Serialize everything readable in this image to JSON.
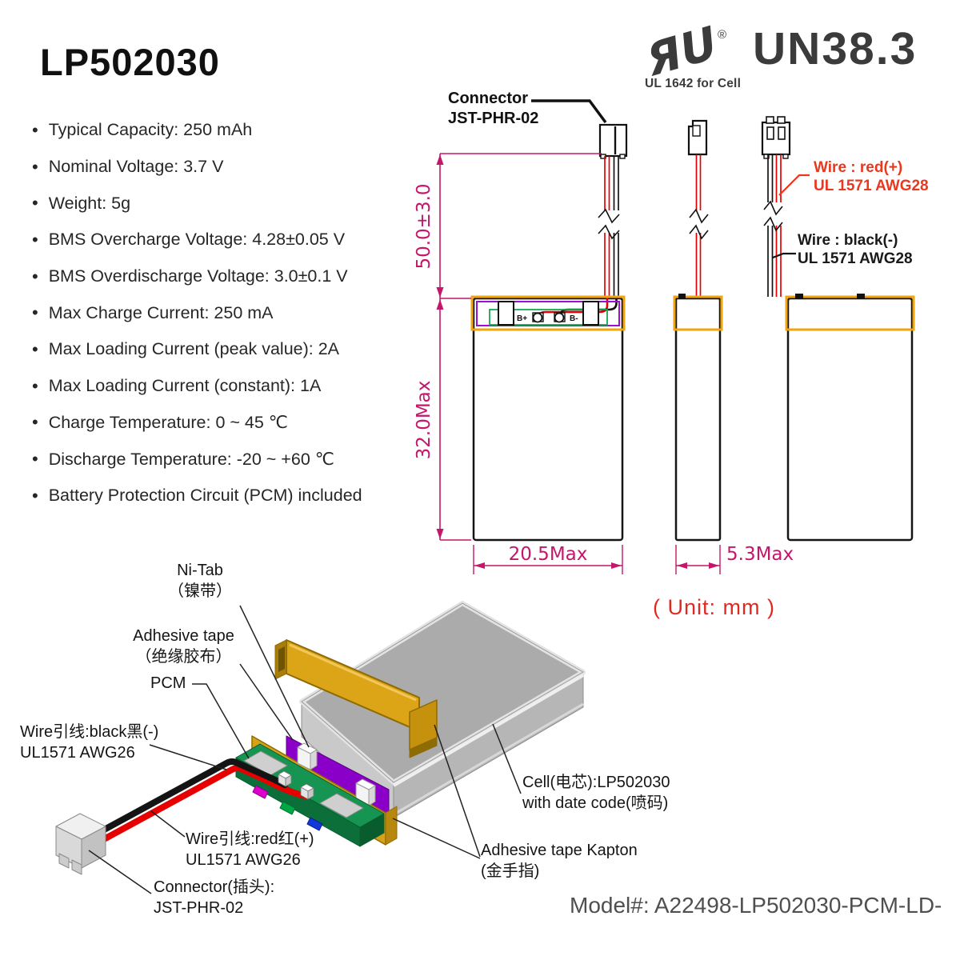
{
  "header": {
    "title": "LP502030",
    "ul_mark": "ЯU",
    "ul_registered": "®",
    "ul_caption": "UL 1642 for Cell",
    "un_label": "UN38.3"
  },
  "specs": [
    "Typical Capacity: 250 mAh",
    "Nominal Voltage: 3.7 V",
    "Weight: 5g",
    "BMS Overcharge Voltage: 4.28±0.05 V",
    "BMS Overdischarge Voltage: 3.0±0.1 V",
    "Max Charge Current: 250 mA",
    "Max Loading Current (peak value): 2A",
    "Max Loading Current (constant): 1A",
    "Charge Temperature: 0 ~ 45 ℃",
    "Discharge Temperature: -20 ~ +60 ℃",
    "Battery Protection Circuit (PCM) included"
  ],
  "drawing": {
    "connector_label": {
      "line1": "Connector",
      "line2": "JST-PHR-02"
    },
    "wire_red": {
      "line1": "Wire : red(+)",
      "line2": "UL 1571 AWG28"
    },
    "wire_black": {
      "line1": "Wire : black(-)",
      "line2": "UL 1571 AWG28"
    },
    "dims": {
      "wire_length": "50.0±3.0",
      "body_height": "32.0Max",
      "body_width": "20.5Max",
      "body_thickness": "5.3Max"
    },
    "unit_note": "( Unit: mm )",
    "pcm_terminals": {
      "positive": "B+",
      "negative": "B-"
    }
  },
  "exploded": {
    "ni_tab": {
      "line1": "Ni-Tab",
      "line2": "（镍带）"
    },
    "adhesive_tape": {
      "line1": "Adhesive tape",
      "line2": "（绝缘胶布）"
    },
    "pcm": "PCM",
    "wire_black": {
      "line1": "Wire引线:black黑(-)",
      "line2": "UL1571 AWG26"
    },
    "wire_red": {
      "line1": "Wire引线:red红(+)",
      "line2": "UL1571 AWG26"
    },
    "connector": {
      "line1": "Connector(插头):",
      "line2": "JST-PHR-02"
    },
    "cell": {
      "line1": "Cell(电芯):LP502030",
      "line2": "with date code(喷码)"
    },
    "kapton": {
      "line1": "Adhesive tape Kapton",
      "line2": "(金手指)"
    }
  },
  "footer": {
    "model": "Model#: A22498-LP502030-PCM-LD-"
  },
  "colors": {
    "dimension": "#C4166B",
    "red_accent": "#E02A20",
    "wire_red": "#E60000",
    "tape_orange": "#F0A50A",
    "tape_purple": "#8A00C8",
    "pcb_green": "#169552",
    "kapton_gold": "#D7A118"
  }
}
